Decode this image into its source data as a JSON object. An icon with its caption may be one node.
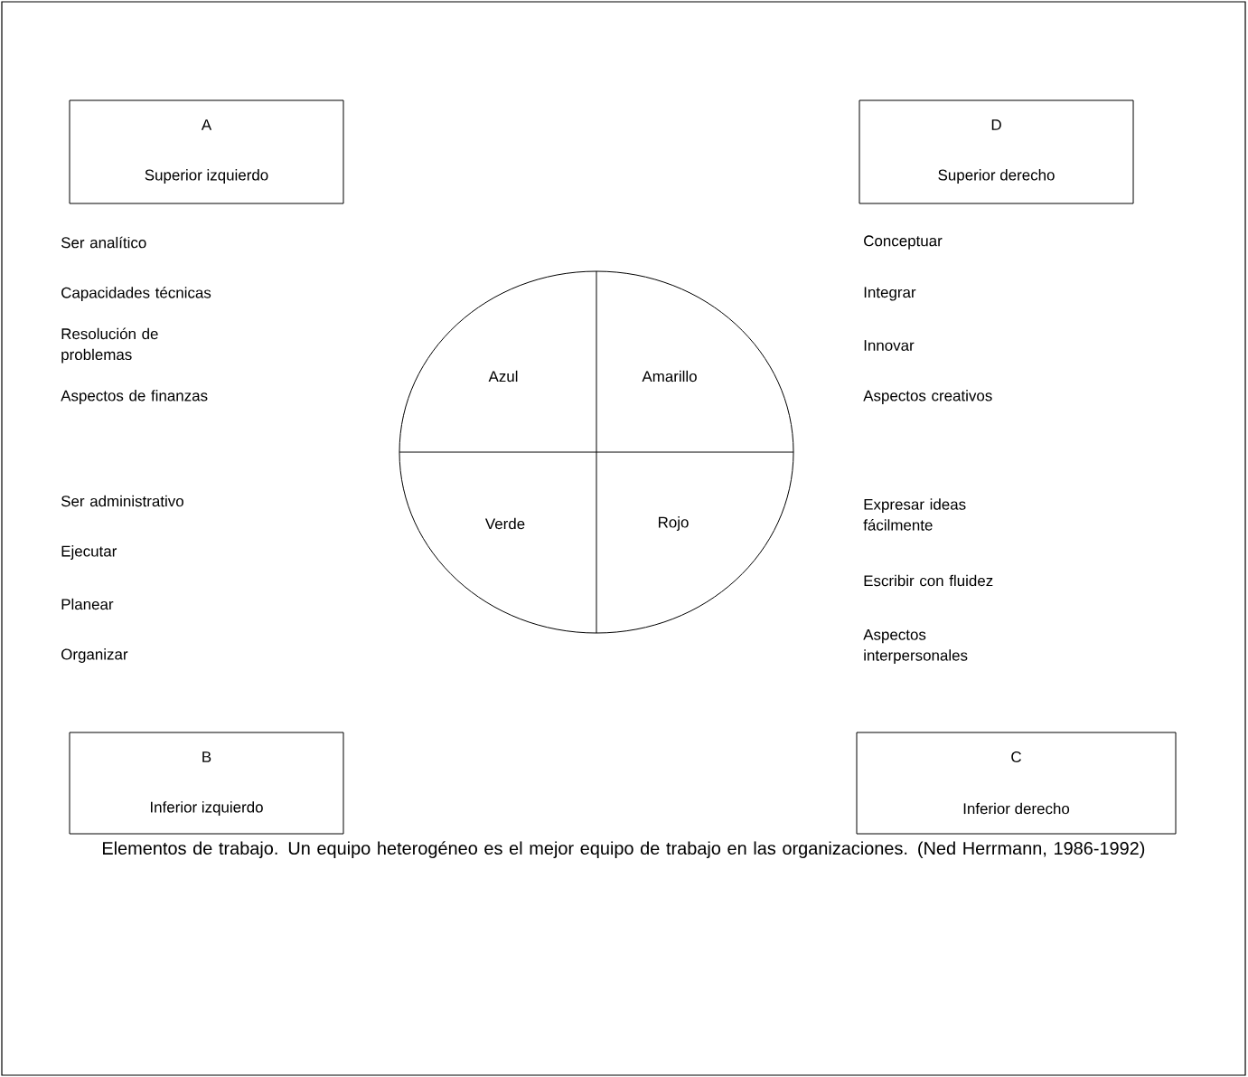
{
  "diagram": {
    "caption": "Elementos de trabajo. Un equipo heterogéneo es el mejor equipo de trabajo en las organizaciones. (Ned Herrmann, 1986-1992)",
    "nodes": [
      {
        "text": [
          "A",
          "Superior izquierdo"
        ]
      },
      {
        "text": [
          "D",
          "Superior derecho"
        ]
      },
      {
        "text": [
          "Azul",
          "Amarillo",
          "Verde",
          "Rojo"
        ]
      },
      {
        "text": [
          "B",
          "Inferior izquierdo"
        ]
      },
      {
        "text": [
          "C",
          "Inferior derecho"
        ]
      }
    ],
    "edges": [],
    "labels": [
      "Ser analítico",
      "Capacidades técnicas",
      "Resolución de problemas",
      "Aspectos de finanzas",
      "Ser administrativo",
      "Ejecutar",
      "Planear",
      "Organizar",
      "Conceptuar",
      "Integrar",
      "Innovar",
      "Aspectos creativos",
      "Expresar ideas fácilmente",
      "Escribir con fluidez",
      "Aspectos interpersonales"
    ]
  }
}
